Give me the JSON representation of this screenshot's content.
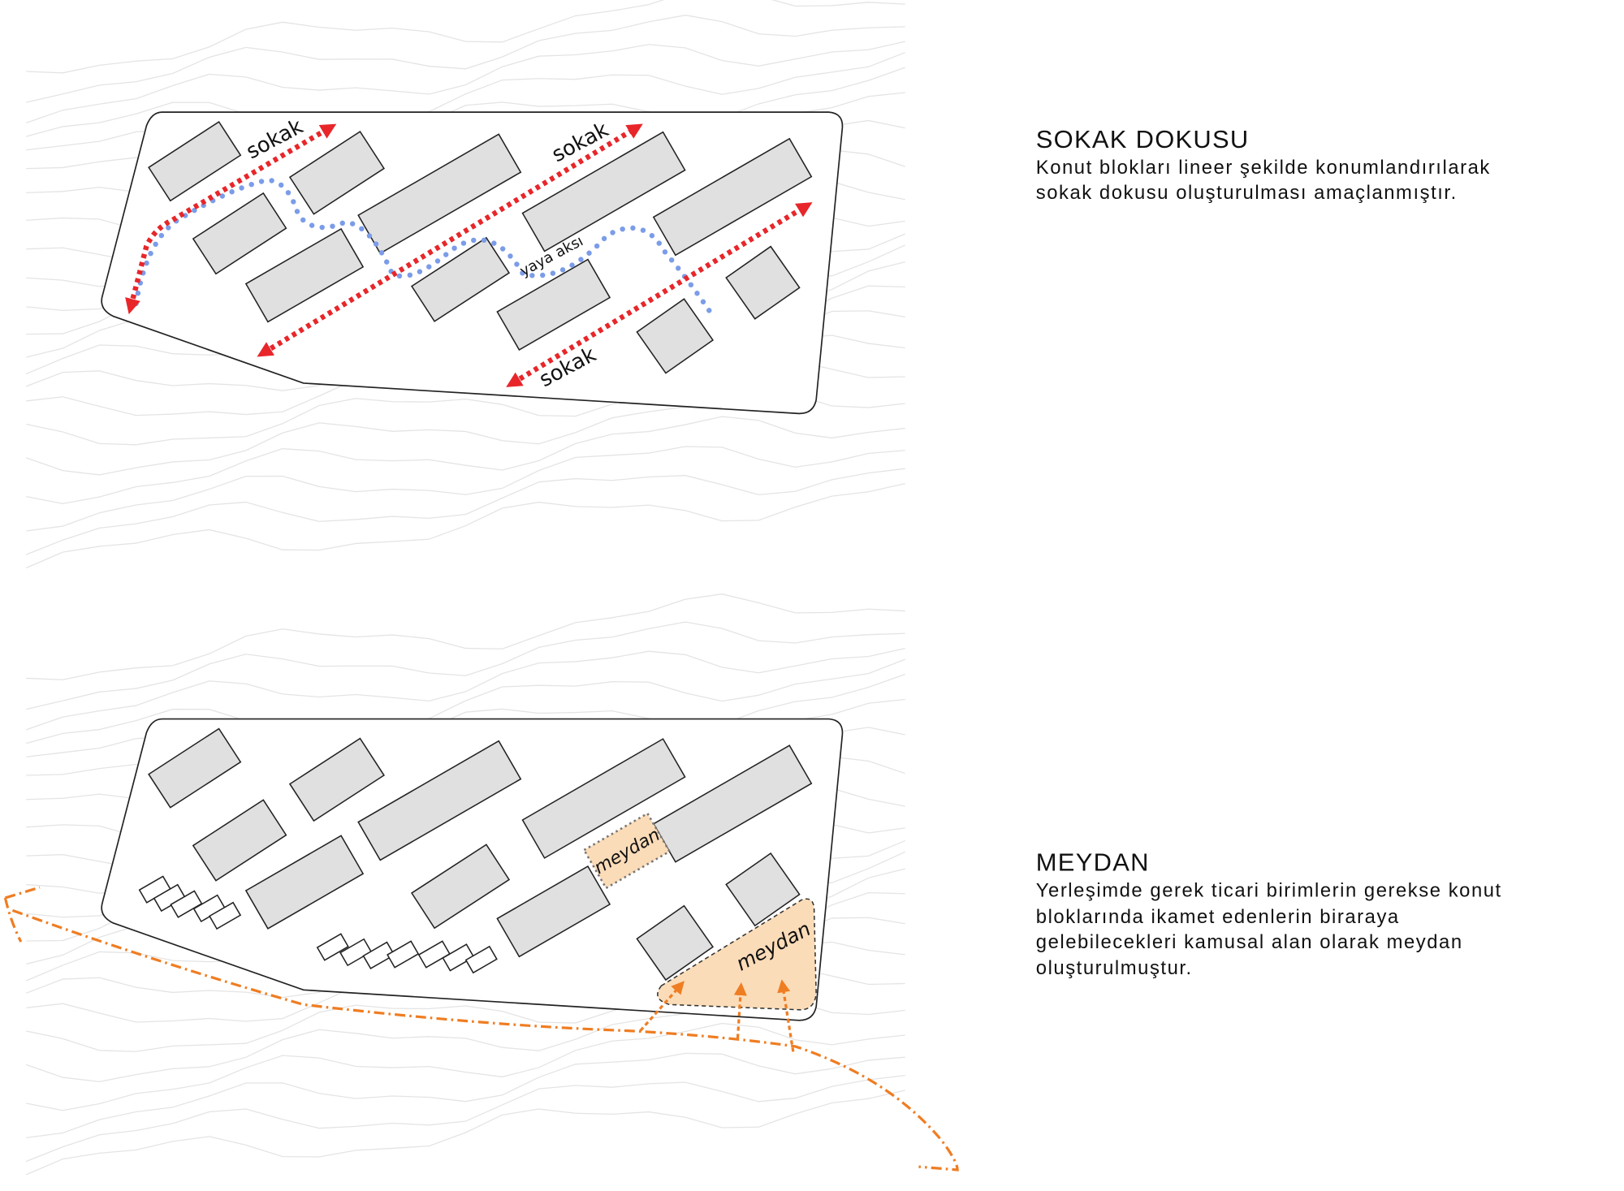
{
  "sections": [
    {
      "title": "SOKAK DOKUSU",
      "lines": [
        "Konut blokları lineer şekilde konumlandırılarak",
        "sokak dokusu oluşturulması amaçlanmıştır."
      ],
      "labels": {
        "street": "sokak",
        "pedestrian": "yaya aksı"
      }
    },
    {
      "title": "MEYDAN",
      "lines": [
        "Yerleşimde gerek ticari birimlerin gerekse konut",
        "bloklarında ikamet edenlerin biraraya",
        "gelebilecekleri kamusal alan olarak meydan",
        "oluşturulmuştur."
      ],
      "labels": {
        "square": "meydan"
      }
    }
  ],
  "colors": {
    "street": "#e8262a",
    "pedestrian": "#7b9ce8",
    "square_fill": "#fbdcb8",
    "square_path": "#ef7d22"
  }
}
